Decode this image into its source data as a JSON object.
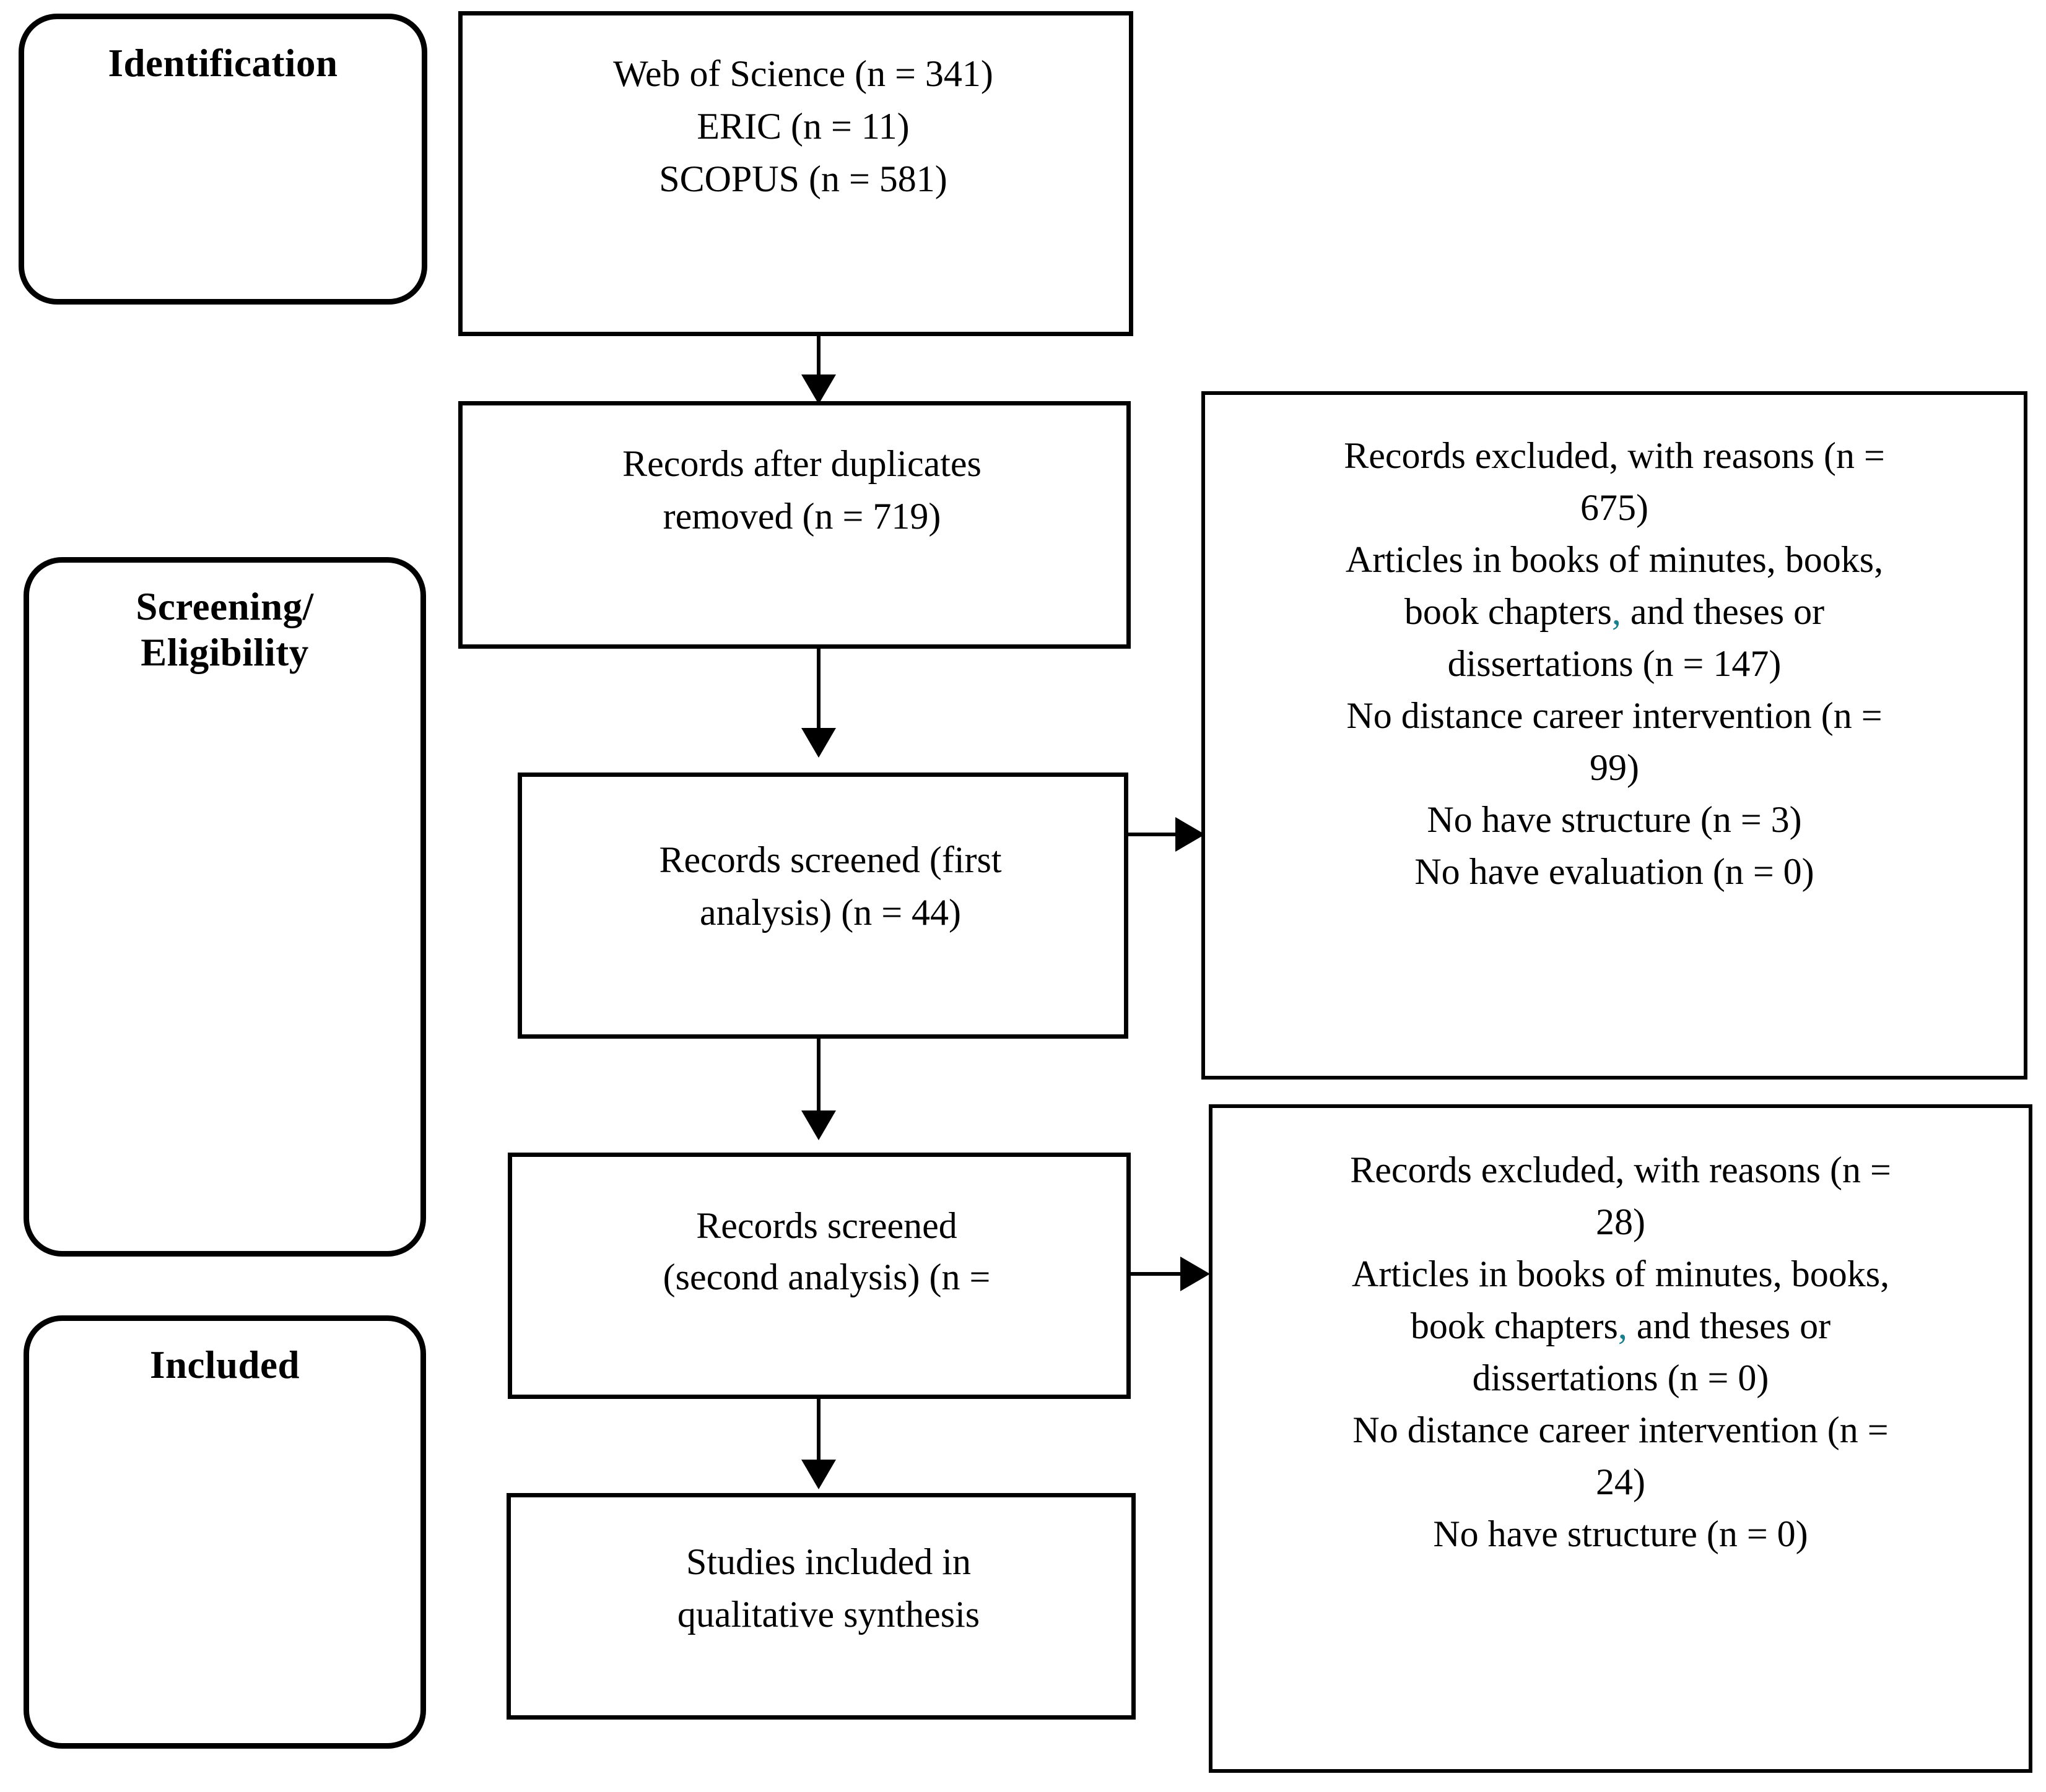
{
  "diagram": {
    "title": "PRISMA flow diagram",
    "stages": [
      {
        "id": "identification",
        "label": "Identification"
      },
      {
        "id": "screening-eligibility",
        "label": "Screening/\nEligibility"
      },
      {
        "id": "included",
        "label": "Included"
      }
    ],
    "flow_boxes": [
      {
        "id": "sources",
        "text": "Web of Science (n = 341)\nERIC (n = 11)\nSCOPUS (n = 581)"
      },
      {
        "id": "after-duplicates",
        "text": "Records after duplicates\nremoved (n = 719)"
      },
      {
        "id": "screened-first",
        "text": "Records screened (first\nanalysis) (n = 44)"
      },
      {
        "id": "screened-second",
        "text": "Records screened\n(second analysis) (n ="
      },
      {
        "id": "studies-included",
        "text": "Studies included in\nqualitative synthesis"
      }
    ],
    "exclusion_boxes": [
      {
        "id": "excluded-first",
        "lines": [
          "Records excluded, with reasons (n =",
          "675)",
          "Articles in books of minutes, books,",
          "book chapters, and theses or",
          "dissertations (n = 147)",
          "No distance career intervention (n =",
          "99)",
          "No have structure (n = 3)",
          "No have evaluation (n = 0)"
        ]
      },
      {
        "id": "excluded-second",
        "lines": [
          "Records excluded, with reasons (n =",
          "28)",
          "Articles in books of minutes, books,",
          "book chapters, and theses or",
          "dissertations (n = 0)",
          "No distance career intervention (n =",
          "24)",
          "No have structure (n = 0)"
        ]
      }
    ],
    "colors": {
      "stroke": "#000000",
      "background": "#ffffff",
      "highlight_comma": "#1a7f8c"
    },
    "counts": {
      "web_of_science": 341,
      "eric": 11,
      "scopus": 581,
      "after_duplicates": 719,
      "screened_first": 44,
      "excluded_first_total": 675,
      "excluded_first_books": 147,
      "excluded_first_no_distance": 99,
      "excluded_first_no_structure": 3,
      "excluded_first_no_evaluation": 0,
      "excluded_second_total": 28,
      "excluded_second_books": 0,
      "excluded_second_no_distance": 24,
      "excluded_second_no_structure": 0
    }
  }
}
